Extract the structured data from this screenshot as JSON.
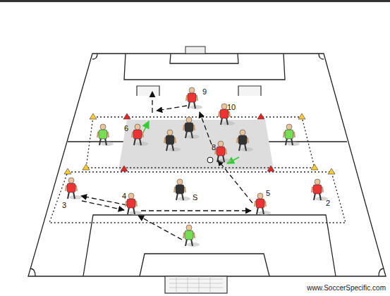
{
  "diagram": {
    "labels": [
      "9",
      "10",
      "6",
      "8",
      "3",
      "4",
      "S",
      "5",
      "2",
      "www.SoccerSpecific.com"
    ]
  }
}
